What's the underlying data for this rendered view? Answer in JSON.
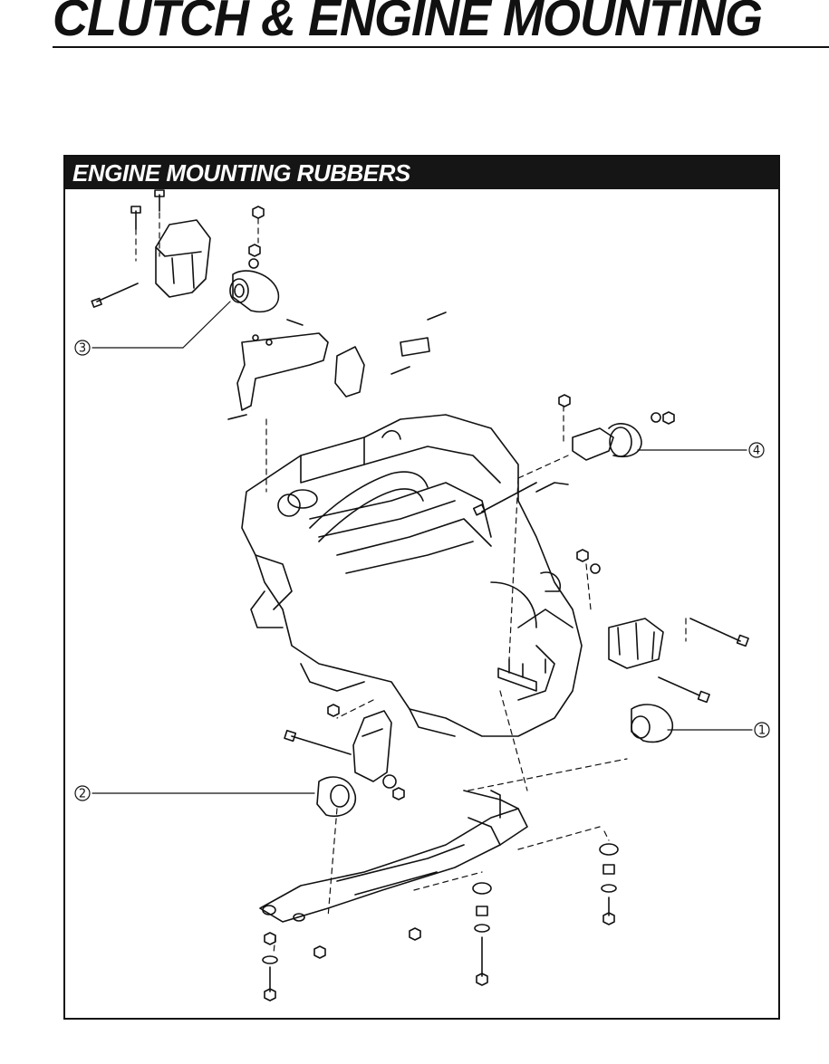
{
  "page": {
    "title": "CLUTCH & ENGINE MOUNTING"
  },
  "section": {
    "header": "ENGINE MOUNTING RUBBERS"
  },
  "callouts": [
    {
      "id": "mount-1",
      "label": "1"
    },
    {
      "id": "mount-2",
      "label": "2"
    },
    {
      "id": "mount-3",
      "label": "3"
    },
    {
      "id": "mount-4",
      "label": "4"
    }
  ],
  "colors": {
    "ink": "#111111",
    "header_bg": "#151515",
    "header_text": "#ffffff",
    "paper": "#ffffff"
  }
}
